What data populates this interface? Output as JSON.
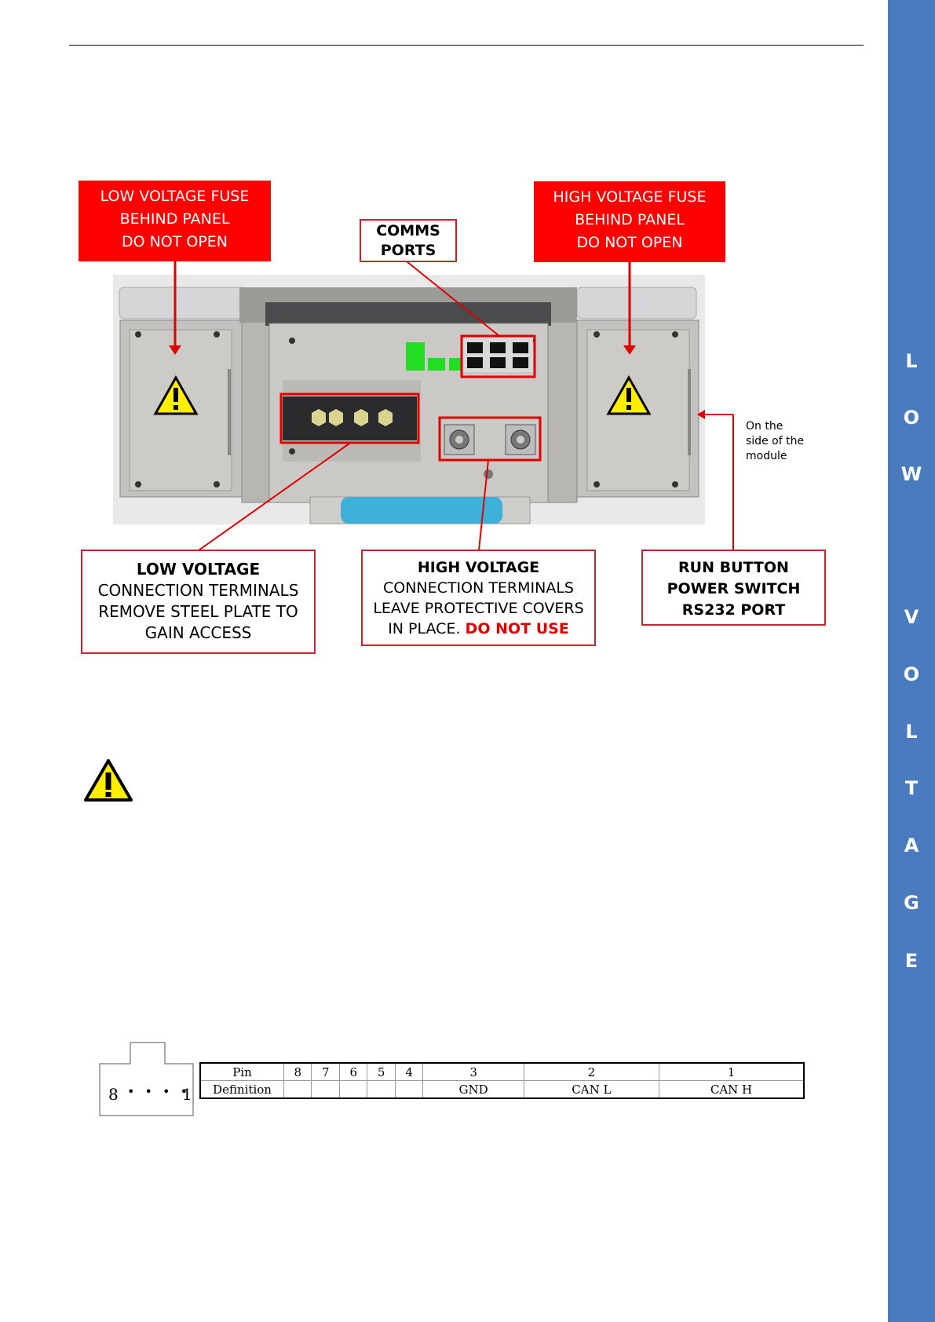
{
  "sidebar": {
    "letters": [
      "L",
      "O",
      "W",
      "V",
      "O",
      "L",
      "T",
      "A",
      "G",
      "E"
    ]
  },
  "callouts": {
    "lv_fuse": [
      "LOW VOLTAGE FUSE",
      "BEHIND PANEL",
      "DO NOT OPEN"
    ],
    "hv_fuse": [
      "HIGH VOLTAGE FUSE",
      "BEHIND PANEL",
      "DO NOT OPEN"
    ],
    "comms": [
      "COMMS",
      "PORTS"
    ],
    "lv_terminals": {
      "title": "LOW VOLTAGE",
      "lines": [
        "CONNECTION TERMINALS",
        "REMOVE STEEL PLATE TO",
        "GAIN ACCESS"
      ]
    },
    "hv_terminals": {
      "title": "HIGH VOLTAGE",
      "lines": [
        "CONNECTION TERMINALS",
        "LEAVE PROTECTIVE COVERS"
      ],
      "last_prefix": "IN PLACE. ",
      "last_warning": "DO NOT USE"
    },
    "run_button": [
      "RUN BUTTON",
      "POWER SWITCH",
      "RS232 PORT"
    ]
  },
  "side_note": [
    "On the",
    "side of the",
    "module"
  ],
  "warning_icon": "warning-triangle-icon",
  "connector": {
    "left_pin": "8",
    "dots": "• • • •",
    "right_pin": "1"
  },
  "pin_table": {
    "row1_label": "Pin",
    "row2_label": "Definition",
    "pins": [
      "8",
      "7",
      "6",
      "5",
      "4",
      "3",
      "2",
      "1"
    ],
    "definitions": [
      "",
      "",
      "",
      "",
      "",
      "GND",
      "CAN L",
      "CAN H"
    ]
  },
  "colors": {
    "sidebar": "#4a7bbf",
    "callout_red": "#ff0000",
    "border_red": "#c0262d",
    "warning_yellow": "#ffee00",
    "connector_green": "#22dd22",
    "handle_blue": "#3fb0d8"
  }
}
